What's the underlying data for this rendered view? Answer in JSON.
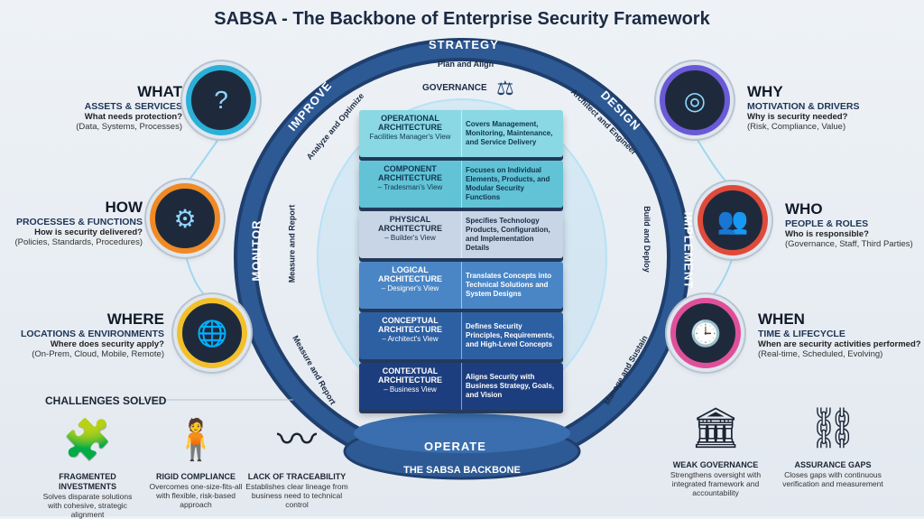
{
  "title": "SABSA - The Backbone of Enterprise Security Framework",
  "ring": {
    "strategy": "STRATEGY",
    "strategy_sub": "Plan and Align",
    "governance": "GOVERNANCE",
    "design": "DESIGN",
    "design_sub": "Architect and Engineer",
    "implement": "IMPLEMENT",
    "implement_sub": "Build and Deploy",
    "manage_sub": "Manage and Sustain",
    "operate": "OPERATE",
    "measure_sub": "Measure and Report",
    "monitor": "MONITOR",
    "monitor_sub": "Measure and Report",
    "improve": "IMPROVE",
    "improve_sub": "Analyze and Optimize"
  },
  "questions": [
    {
      "h": "WHAT",
      "s": "ASSETS & SERVICES",
      "t": "What needs protection?",
      "p": "(Data, Systems, Processes)",
      "icon": "box-question-icon",
      "color": "#2bb0d8"
    },
    {
      "h": "HOW",
      "s": "PROCESSES & FUNCTIONS",
      "t": "How is security delivered?",
      "p": "(Policies, Standards, Procedures)",
      "icon": "gears-icon",
      "color": "#f08a24"
    },
    {
      "h": "WHERE",
      "s": "LOCATIONS & ENVIRONMENTS",
      "t": "Where does security apply?",
      "p": "(On-Prem, Cloud, Mobile, Remote)",
      "icon": "globe-icon",
      "color": "#f2c02a"
    },
    {
      "h": "WHY",
      "s": "MOTIVATION & DRIVERS",
      "t": "Why is security needed?",
      "p": "(Risk, Compliance, Value)",
      "icon": "target-icon",
      "color": "#6a5ad8"
    },
    {
      "h": "WHO",
      "s": "PEOPLE & ROLES",
      "t": "Who is responsible?",
      "p": "(Governance, Staff, Third Parties)",
      "icon": "people-icon",
      "color": "#e04a3a"
    },
    {
      "h": "WHEN",
      "s": "TIME & LIFECYCLE",
      "t": "When are security activities performed?",
      "p": "(Real-time, Scheduled, Evolving)",
      "icon": "clock-icon",
      "color": "#e0509a"
    }
  ],
  "layers": [
    {
      "name": "OPERATIONAL ARCHITECTURE",
      "view": "Facilities Manager's View",
      "desc": "Covers Management, Monitoring, Maintenance, and Service Delivery",
      "color": "#8ad8e4",
      "text": "#0f3550"
    },
    {
      "name": "COMPONENT ARCHITECTURE",
      "view": "– Tradesman's View",
      "desc": "Focuses on Individual Elements, Products, and Modular Security Functions",
      "color": "#62c3d6",
      "text": "#0f3550"
    },
    {
      "name": "PHYSICAL ARCHITECTURE",
      "view": "– Builder's View",
      "desc": "Specifies Technology Products, Configuration, and Implementation Details",
      "color": "#c8d5e6",
      "text": "#1b2a44"
    },
    {
      "name": "LOGICAL ARCHITECTURE",
      "view": "– Designer's View",
      "desc": "Translates Concepts into Technical Solutions and System Designs",
      "color": "#4a86c6",
      "text": "#ffffff"
    },
    {
      "name": "CONCEPTUAL ARCHITECTURE",
      "view": "– Architect's View",
      "desc": "Defines Security Principles, Requirements, and High-Level Concepts",
      "color": "#2d5fa3",
      "text": "#ffffff"
    },
    {
      "name": "CONTEXTUAL ARCHITECTURE",
      "view": "– Business View",
      "desc": "Aligns Security with Business Strategy, Goals, and Vision",
      "color": "#1d3e7e",
      "text": "#ffffff"
    }
  ],
  "base": "THE SABSA BACKBONE",
  "challenges_heading": "CHALLENGES SOLVED",
  "challenges": [
    {
      "name": "FRAGMENTED INVESTMENTS",
      "desc": "Solves disparate solutions with cohesive, strategic alignment",
      "icon": "puzzle-icon"
    },
    {
      "name": "RIGID COMPLIANCE",
      "desc": "Overcomes one-size-fits-all with flexible, risk-based approach",
      "icon": "trapped-figure-icon"
    },
    {
      "name": "LACK OF TRACEABILITY",
      "desc": "Establishes clear lineage from business need to technical control",
      "icon": "tangle-icon"
    },
    {
      "name": "WEAK GOVERNANCE",
      "desc": "Strengthens oversight with integrated framework and accountability",
      "icon": "broken-pillar-icon"
    },
    {
      "name": "ASSURANCE GAPS",
      "desc": "Closes gaps with continuous verification and measurement",
      "icon": "broken-chain-icon"
    }
  ]
}
